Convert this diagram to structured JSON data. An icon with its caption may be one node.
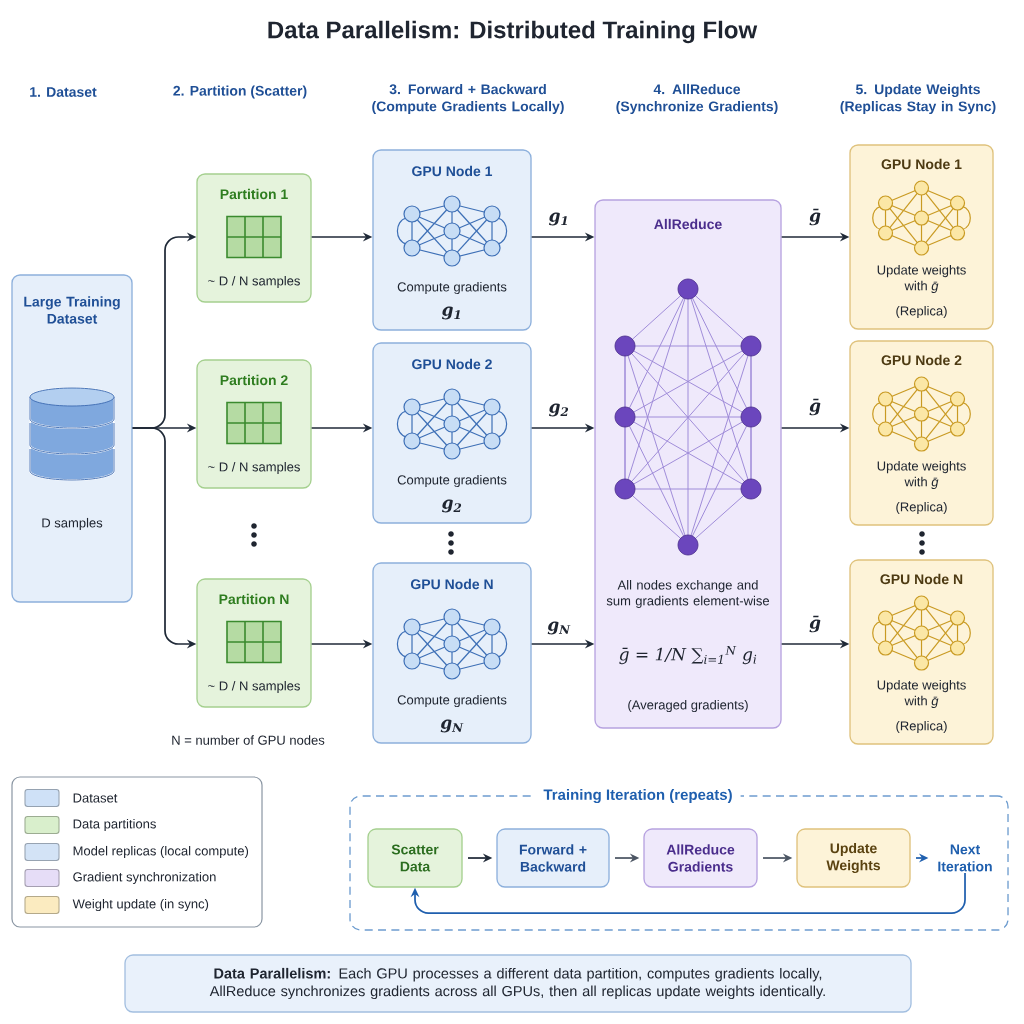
{
  "diagram": {
    "title": "Data Parallelism: Distributed Training Flow",
    "nodes": [
      {
        "text": [
          "Large Training Dataset",
          "D samples"
        ]
      },
      {
        "text": [
          "Partition 1",
          "~ D / N samples"
        ]
      },
      {
        "text": [
          "Partition 2",
          "~ D / N samples"
        ]
      },
      {
        "text": [
          "Partition N",
          "~ D / N samples"
        ]
      },
      {
        "text": [
          "GPU Node 1",
          "Compute gradients",
          "g$_{1}$"
        ]
      },
      {
        "text": [
          "GPU Node 2",
          "Compute gradients",
          "g$_{2}$"
        ]
      },
      {
        "text": [
          "GPU Node N",
          "Compute gradients",
          "g$_{N}$"
        ]
      },
      {
        "text": [
          "AllReduce",
          "All nodes exchange and sum gradients element-wise",
          "ḡ = 1/N ∑$_{i=1}$$^{N}$ g$_{i}$",
          "(Averaged gradients)"
        ]
      },
      {
        "text": [
          "GPU Node 1",
          "Update weights with *ḡ*",
          "(Replica)"
        ]
      },
      {
        "text": [
          "GPU Node 2",
          "Update weights with *ḡ*",
          "(Replica)"
        ]
      },
      {
        "text": [
          "GPU Node N",
          "Update weights with *ḡ*",
          "(Replica)"
        ]
      },
      {
        "text": [
          "Training Iteration (repeats)"
        ]
      },
      {
        "text": [
          "Scatter Data"
        ],
        "in": 11
      },
      {
        "text": [
          "Forward + Backward"
        ],
        "in": 11
      },
      {
        "text": [
          "AllReduce Gradients"
        ],
        "in": 11
      },
      {
        "text": [
          "Update Weights"
        ],
        "in": 11
      },
      {
        "text": [
          "Next Iteration"
        ],
        "in": 11
      },
      {
        "text": [
          "**Data Parallelism:** Each GPU processes a different data partition, computes gradients locally, AllReduce synchronizes gradients across all GPUs, then all replicas update weights identically."
        ]
      }
    ],
    "edges": [
      {
        "from": 0,
        "to": 1,
        "arrow": "to"
      },
      {
        "from": 0,
        "to": 2,
        "arrow": "to"
      },
      {
        "from": 0,
        "to": 3,
        "arrow": "to"
      },
      {
        "from": 1,
        "to": 4,
        "arrow": "to"
      },
      {
        "from": 2,
        "to": 5,
        "arrow": "to"
      },
      {
        "from": 3,
        "to": 6,
        "arrow": "to"
      },
      {
        "from": 4,
        "to": 7,
        "arrow": "to",
        "label": "g$_{1}$"
      },
      {
        "from": 5,
        "to": 7,
        "arrow": "to",
        "label": "g$_{2}$"
      },
      {
        "from": 6,
        "to": 7,
        "arrow": "to",
        "label": "g$_{N}$"
      },
      {
        "from": 7,
        "to": 8,
        "arrow": "to",
        "label": "ḡ"
      },
      {
        "from": 7,
        "to": 9,
        "arrow": "to",
        "label": "ḡ"
      },
      {
        "from": 7,
        "to": 10,
        "arrow": "to",
        "label": "ḡ"
      },
      {
        "from": 12,
        "to": 13,
        "arrow": "to"
      },
      {
        "from": 13,
        "to": 14,
        "arrow": "to",
        "color": "#4b5563"
      },
      {
        "from": 14,
        "to": 15,
        "arrow": "to",
        "color": "#4b5563"
      },
      {
        "from": 15,
        "to": 16,
        "arrow": "to",
        "color": "#1f5fae"
      },
      {
        "from": 16,
        "to": 12,
        "arrow": "to",
        "color": "#1f5fae"
      }
    ],
    "labels": [
      "1. Dataset",
      "2. Partition (Scatter)",
      "3. Forward + Backward (Compute Gradients Locally)",
      "4. AllReduce (Synchronize Gradients)",
      "5. Update Weights (Replicas Stay in Sync)",
      "N = number of GPU nodes"
    ],
    "legend": [
      {
        "text": "Dataset",
        "color": "#cfe1f7"
      },
      {
        "text": "Data partitions",
        "color": "#d9efcc"
      },
      {
        "text": "Model replicas (local compute)",
        "color": "#d3e3f6"
      },
      {
        "text": "Gradient synchronization",
        "color": "#e6ddf7"
      },
      {
        "text": "Weight update (in sync)",
        "color": "#fbebc0"
      }
    ]
  }
}
